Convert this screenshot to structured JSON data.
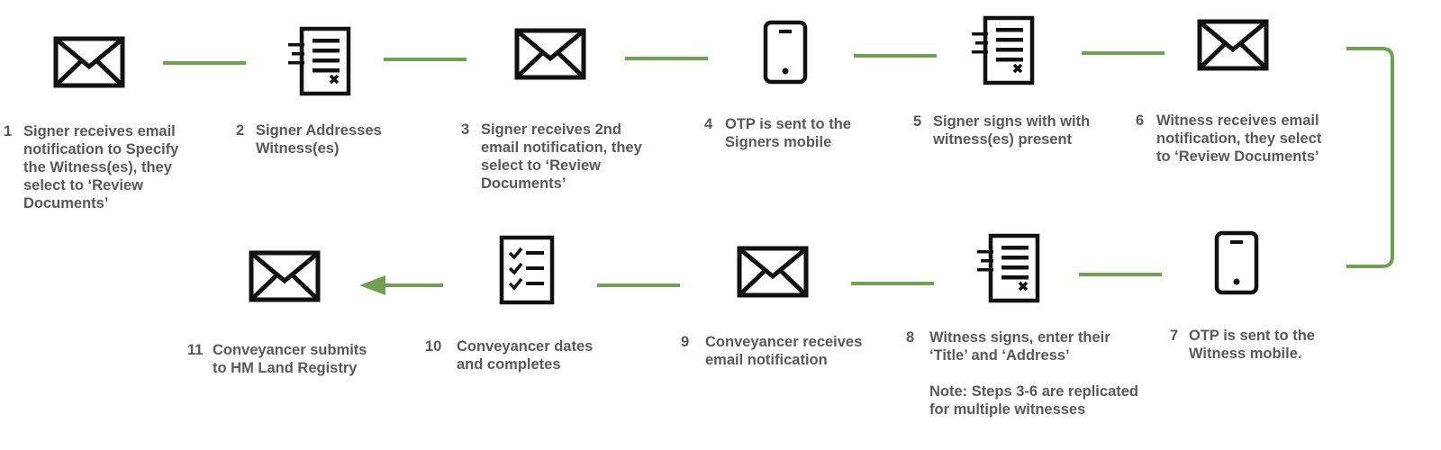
{
  "colors": {
    "connector": "#70A050",
    "icon": "#111111",
    "text": "#595959"
  },
  "steps": [
    {
      "number": "1",
      "icon": "envelope-icon",
      "text": "Signer receives email\nnotification to Specify\nthe Witness(es), they\nselect to ‘Review\nDocuments’"
    },
    {
      "number": "2",
      "icon": "document-icon",
      "text": "Signer Addresses\nWitness(es)"
    },
    {
      "number": "3",
      "icon": "envelope-icon",
      "text": "Signer receives 2nd\nemail notification, they\nselect to ‘Review\nDocuments’"
    },
    {
      "number": "4",
      "icon": "phone-icon",
      "text": "OTP is sent to the\nSigners mobile"
    },
    {
      "number": "5",
      "icon": "document-icon",
      "text": "Signer signs with with\nwitness(es) present"
    },
    {
      "number": "6",
      "icon": "envelope-icon",
      "text": "Witness receives email\nnotification, they select\nto ‘Review Documents’"
    },
    {
      "number": "7",
      "icon": "phone-icon",
      "text": "OTP is sent to the\nWitness mobile."
    },
    {
      "number": "8",
      "icon": "document-icon",
      "text": "Witness signs, enter their\n‘Title’ and ‘Address’\n\nNote: Steps 3-6 are replicated\nfor multiple witnesses"
    },
    {
      "number": "9",
      "icon": "envelope-icon",
      "text": "Conveyancer receives\nemail notification"
    },
    {
      "number": "10",
      "icon": "checklist-icon",
      "text": "Conveyancer dates\nand completes"
    },
    {
      "number": "11",
      "icon": "envelope-icon",
      "text": "Conveyancer submits\nto HM Land Registry"
    }
  ]
}
